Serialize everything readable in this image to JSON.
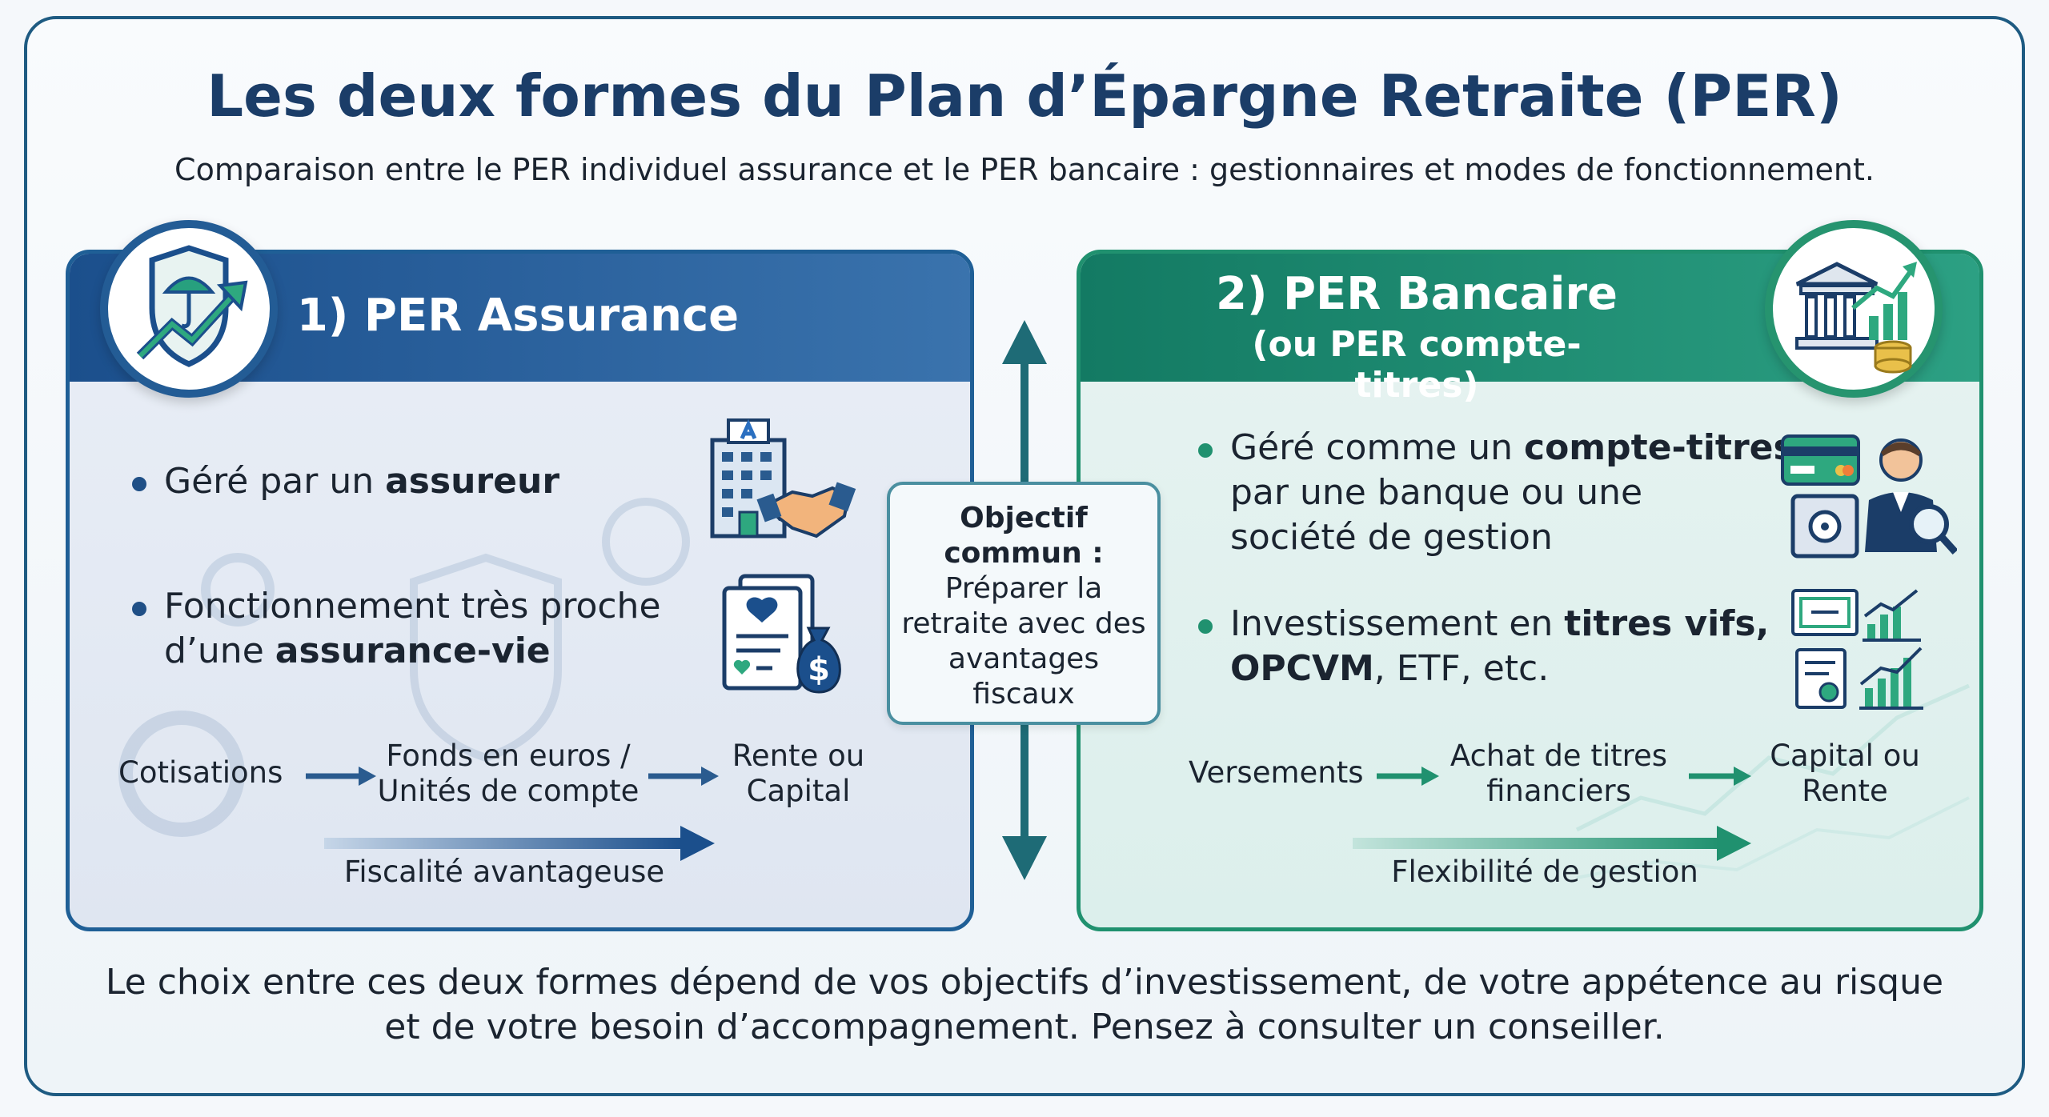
{
  "title": "Les deux formes du Plan d’Épargne Retraite (PER)",
  "subtitle": "Comparaison entre le PER individuel assurance et le PER bancaire : gestionnaires et modes de fonctionnement.",
  "panel_assurance": {
    "heading": "1) PER Assurance",
    "bullet1_prefix": "Géré par un ",
    "bullet1_bold": "assureur",
    "bullet2_line1": "Fonctionnement très proche",
    "bullet2_prefix": "d’une ",
    "bullet2_bold": "assurance-vie",
    "flow": {
      "step1": "Cotisations",
      "step2_line1": "Fonds en euros /",
      "step2_line2": "Unités de compte",
      "step3_line1": "Rente ou",
      "step3_line2": "Capital",
      "bottom": "Fiscalité avantageuse"
    },
    "icons": [
      "shield-umbrella-growth-icon",
      "insurer-building-handshake-icon",
      "document-money-bag-icon"
    ],
    "color": "#1f5f96"
  },
  "panel_bancaire": {
    "heading_line1": "2) PER Bancaire",
    "heading_line2": "(ou PER compte-titres)",
    "bullet1_prefix": "Géré comme un ",
    "bullet1_bold": "compte-titres",
    "bullet1_line2": "par une banque ou une",
    "bullet1_line3": "société de gestion",
    "bullet2_prefix": "Investissement en ",
    "bullet2_bold": "titres vifs,",
    "bullet2_line2_bold": "OPCVM",
    "bullet2_line2_rest": ", ETF, etc.",
    "flow": {
      "step1": "Versements",
      "step2_line1": "Achat de titres",
      "step2_line2": "financiers",
      "step3_line1": "Capital ou",
      "step3_line2": "Rente",
      "bottom": "Flexibilité de gestion"
    },
    "icons": [
      "bank-growth-coins-icon",
      "card-safe-advisor-icon",
      "certificates-charts-icon"
    ],
    "color": "#20916f"
  },
  "center": {
    "line1": "Objectif",
    "line2": "commun :",
    "line3": "Préparer la",
    "line4": "retraite avec des",
    "line5": "avantages",
    "line6": "fiscaux"
  },
  "footer": {
    "line1": "Le choix entre ces deux formes dépend de vos objectifs d’investissement, de votre appétence au risque",
    "line2": "et de votre besoin d’accompagnement. Pensez à consulter un conseiller."
  }
}
